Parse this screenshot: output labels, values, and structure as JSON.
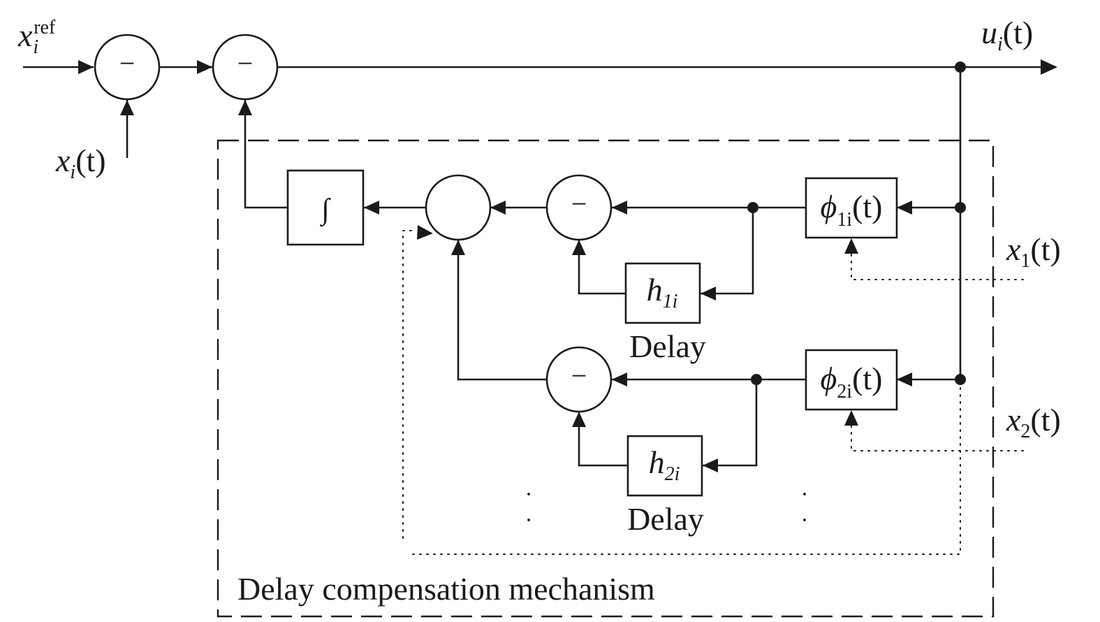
{
  "inputs": {
    "x_ref_base": "x",
    "x_ref_sub": "i",
    "x_ref_sup": "ref",
    "x_meas_base": "x",
    "x_meas_sub": "i",
    "x_meas_arg": "(t)"
  },
  "output": {
    "u_base": "u",
    "u_sub": "i",
    "u_arg": "(t)"
  },
  "operators": {
    "minus": "−",
    "integral": "∫"
  },
  "blocks": {
    "phi1_base": "ϕ",
    "phi1_sub": "1i",
    "phi1_arg": "(t)",
    "phi2_base": "ϕ",
    "phi2_sub": "2i",
    "phi2_arg": "(t)",
    "h1_base": "h",
    "h1_sub": "1i",
    "h2_base": "h",
    "h2_sub": "2i"
  },
  "side_inputs": {
    "x1_base": "x",
    "x1_sub": "1",
    "x1_arg": "(t)",
    "x2_base": "x",
    "x2_sub": "2",
    "x2_arg": "(t)"
  },
  "labels": {
    "delay_1": "Delay",
    "delay_2": "Delay",
    "vertical_dots": "·",
    "mechanism": "Delay compensation mechanism"
  }
}
